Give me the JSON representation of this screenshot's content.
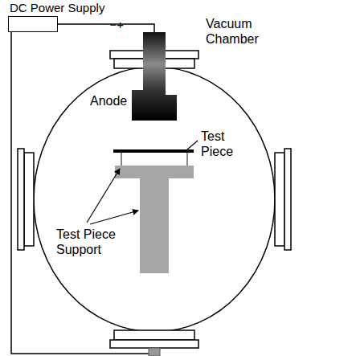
{
  "diagram": {
    "nodes": [
      {
        "text": [
          "DC Power Supply",
          "−",
          "+"
        ]
      }
    ],
    "labels": [
      "Vacuum Chamber",
      "Anode",
      "Test Piece",
      "Test Piece Support"
    ]
  }
}
